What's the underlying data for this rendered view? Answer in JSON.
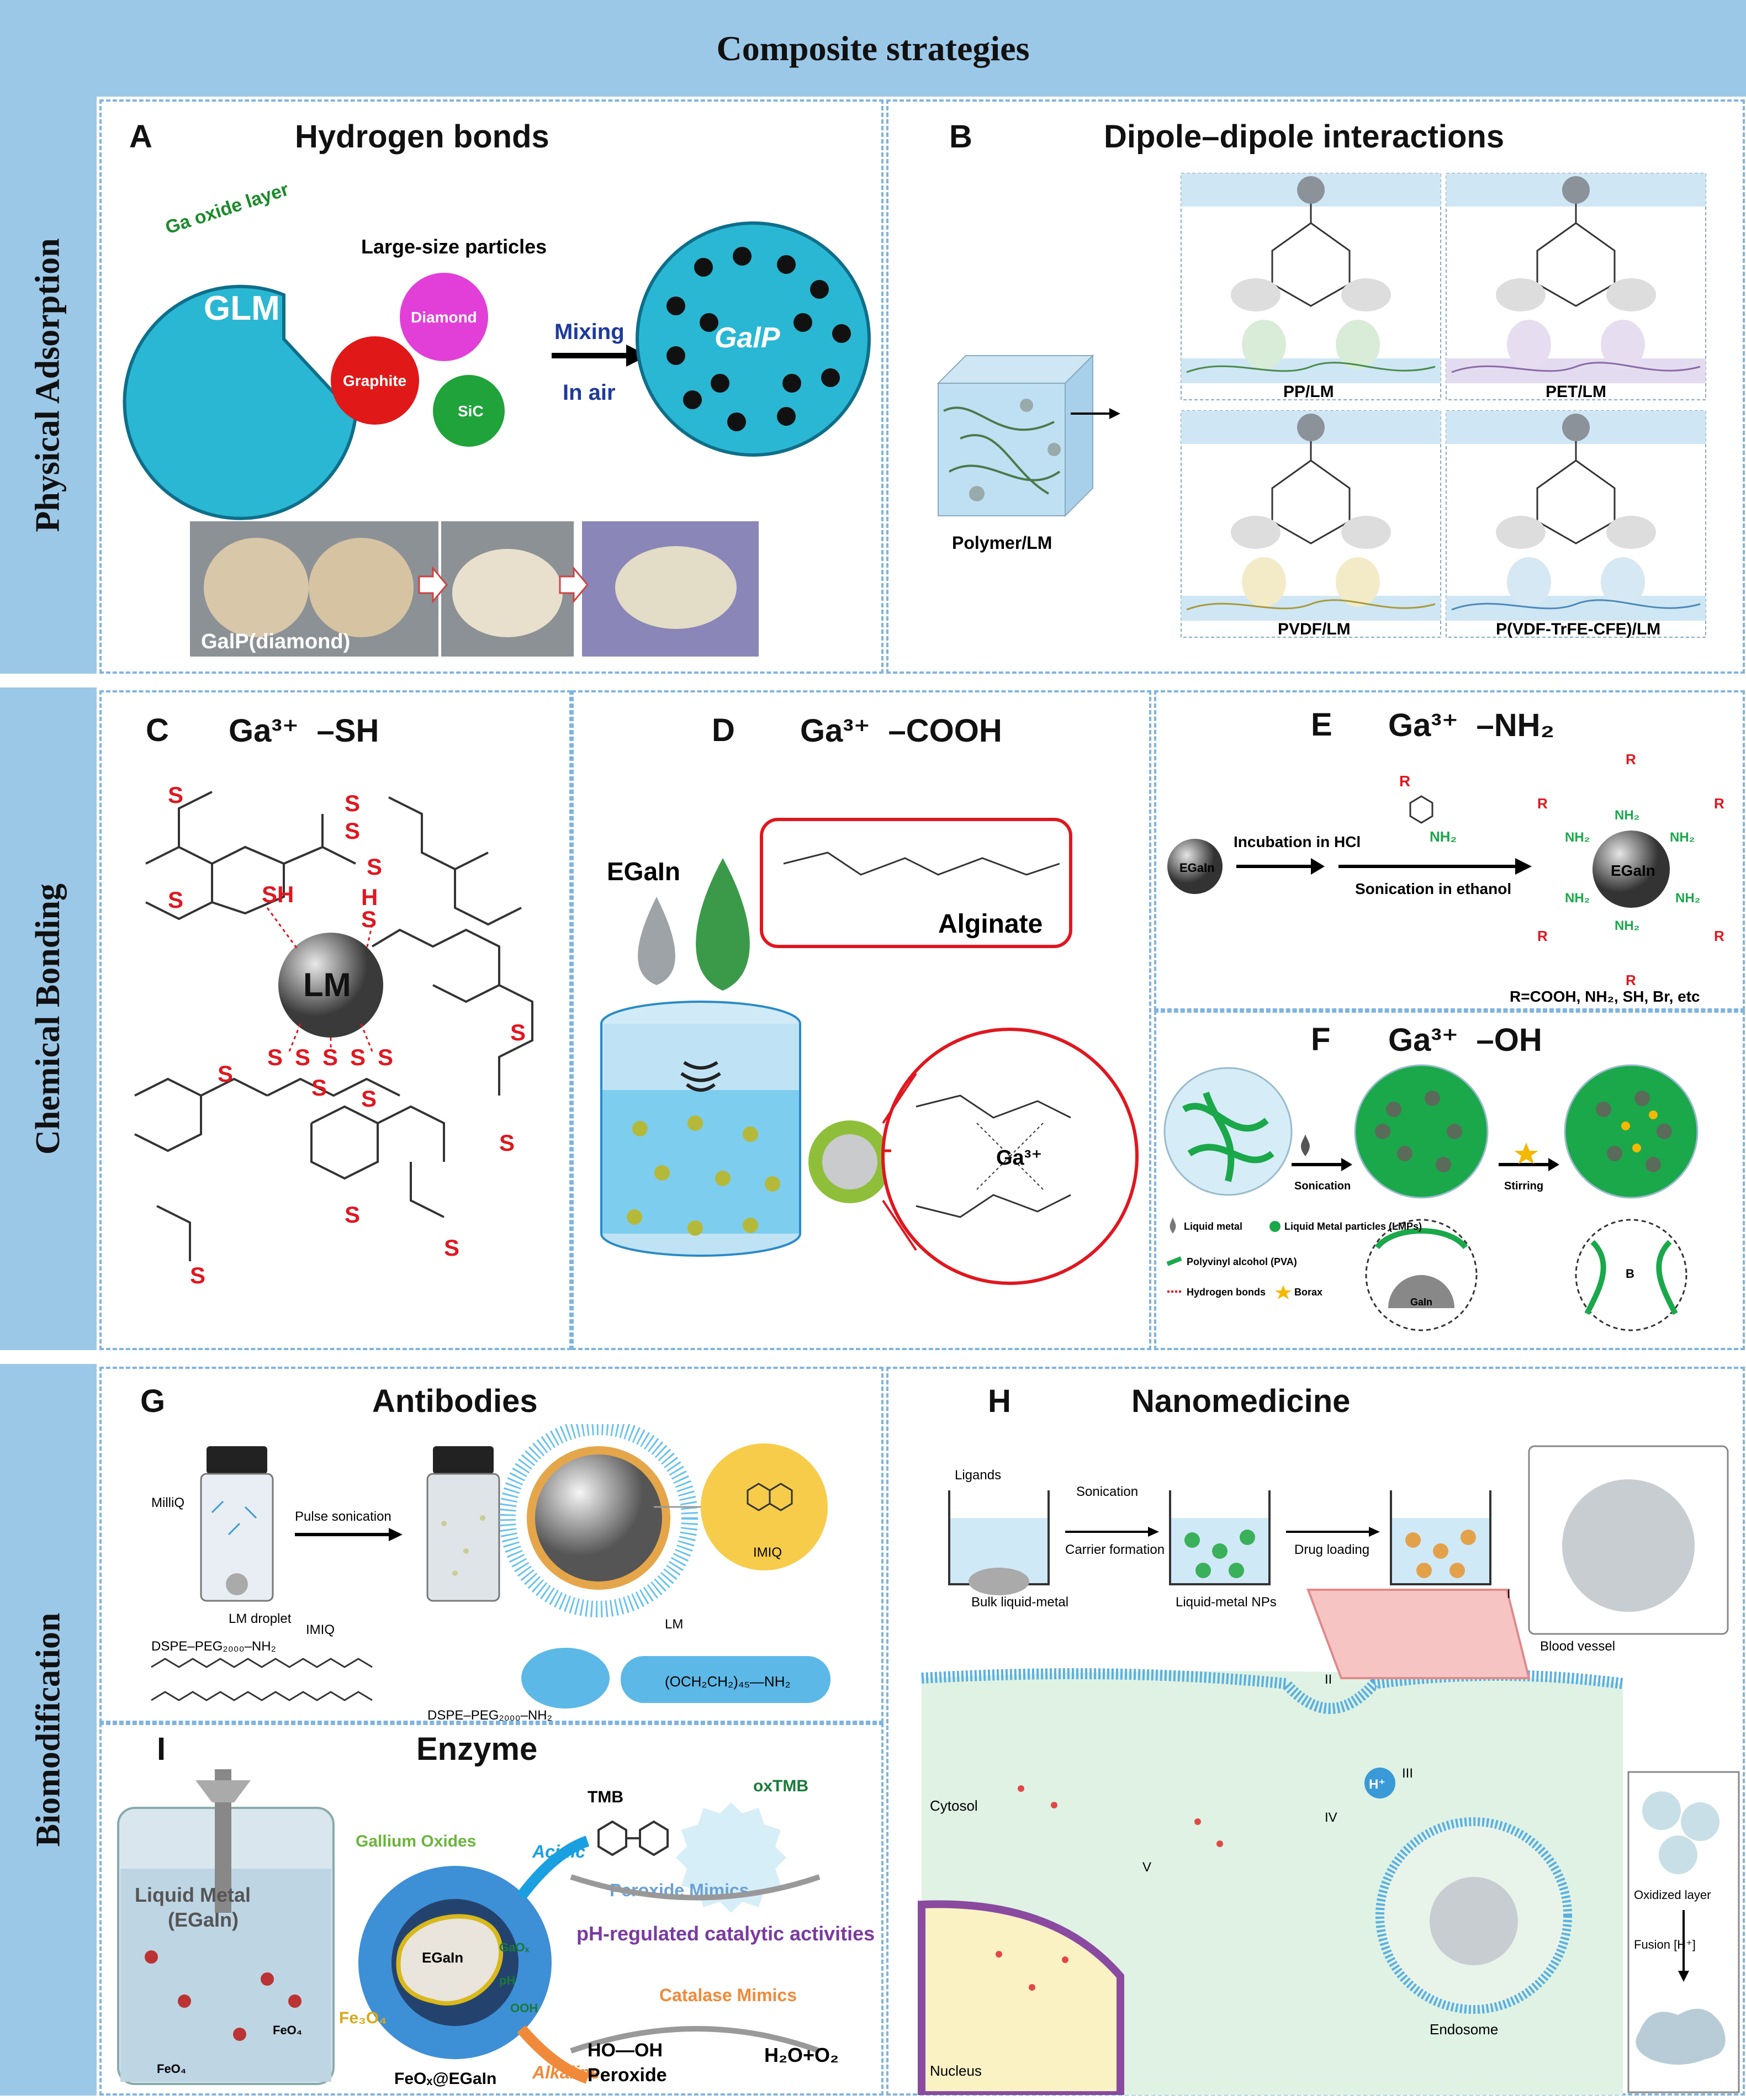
{
  "header": {
    "title": "Composite strategies"
  },
  "sections": {
    "physical": "Physical Adsorption",
    "chemical": "Chemical Bonding",
    "bio": "Biomodification"
  },
  "panels": {
    "A": {
      "letter": "A",
      "title": "Hydrogen bonds",
      "labels": {
        "oxide": "Ga oxide layer",
        "glm": "GLM",
        "large": "Large-size particles",
        "diamond": "Diamond",
        "graphite": "Graphite",
        "sic": "SiC",
        "mixing": "Mixing",
        "inair": "In air",
        "galp": "GalP",
        "photo": "GalP(diamond)"
      }
    },
    "B": {
      "letter": "B",
      "title": "Dipole–dipole interactions",
      "cube": "Polymer/LM",
      "cells": [
        "PP/LM",
        "PET/LM",
        "PVDF/LM",
        "P(VDF-TrFE-CFE)/LM"
      ]
    },
    "C": {
      "letter": "C",
      "title": "Ga³⁺  –SH",
      "center": "LM"
    },
    "D": {
      "letter": "D",
      "title": "Ga³⁺  –COOH",
      "egain": "EGaIn",
      "alginate": "Alginate",
      "ga": "Ga³⁺"
    },
    "E": {
      "letter": "E",
      "title": "Ga³⁺  –NH₂",
      "egain": "EGaIn",
      "step1": "Incubation in HCl",
      "step2": "Sonication in ethanol",
      "r": "R=COOH, NH₂, SH, Br, etc"
    },
    "F": {
      "letter": "F",
      "title": "Ga³⁺  –OH",
      "sonication": "Sonication",
      "stirring": "Stirring",
      "legend": [
        "Liquid metal",
        "Liquid Metal particles (LMPs)",
        "Polyvinyl alcohol (PVA)",
        "Hydrogen bonds",
        "Borax"
      ],
      "gain": "GaIn"
    },
    "G": {
      "letter": "G",
      "title": "Antibodies",
      "labels": {
        "milliq": "MilliQ",
        "pulse": "Pulse sonication",
        "droplet": "LM droplet",
        "imiq": "IMIQ",
        "dspe": "DSPE–PEG₂₀₀₀–NH₂",
        "lm": "LM",
        "imiq2": "IMIQ",
        "chain": "(OCH₂CH₂)₄₅—NH₂",
        "dspe2": "DSPE–PEG₂₀₀₀–NH₂"
      }
    },
    "H": {
      "letter": "H",
      "title": "Nanomedicine",
      "labels": {
        "ligands": "Ligands",
        "sonication": "Sonication",
        "carrier": "Carrier formation",
        "drug": "Drug loading",
        "bulk": "Bulk liquid-metal",
        "nps": "Liquid-metal NPs",
        "vessel": "Blood vessel",
        "cytosol": "Cytosol",
        "nucleus": "Nucleus",
        "endosome": "Endosome",
        "oxidized": "Oxidized layer",
        "fusion": "Fusion [H⁺]",
        "h": "H⁺",
        "r1": "I",
        "r2": "II",
        "r3": "III",
        "r4": "IV",
        "r5": "V"
      }
    },
    "I": {
      "letter": "I",
      "title": "Enzyme",
      "labels": {
        "gallium": "Gallium Oxides",
        "liquid": "Liquid Metal",
        "egain_p": "(EGaIn)",
        "egain": "EGaIn",
        "fe3o4": "Fe₃O₄",
        "feox": "FeOₓ@EGaIn",
        "feo4a": "FeO₄",
        "feo4b": "FeO₄",
        "acidic": "Acidic",
        "alkaline": "Alkaline",
        "tmb": "TMB",
        "oxtmb": "oxTMB",
        "peroxide_m": "Peroxide Mimics",
        "ph": "pH-regulated catalytic activities",
        "gaox": "GaOₓ",
        "phl": "pH",
        "ooh": "OOH",
        "hooh": "HO—OH",
        "peroxide": "Peroxide",
        "catalase": "Catalase Mimics",
        "product": "H₂O+O₂"
      }
    }
  }
}
